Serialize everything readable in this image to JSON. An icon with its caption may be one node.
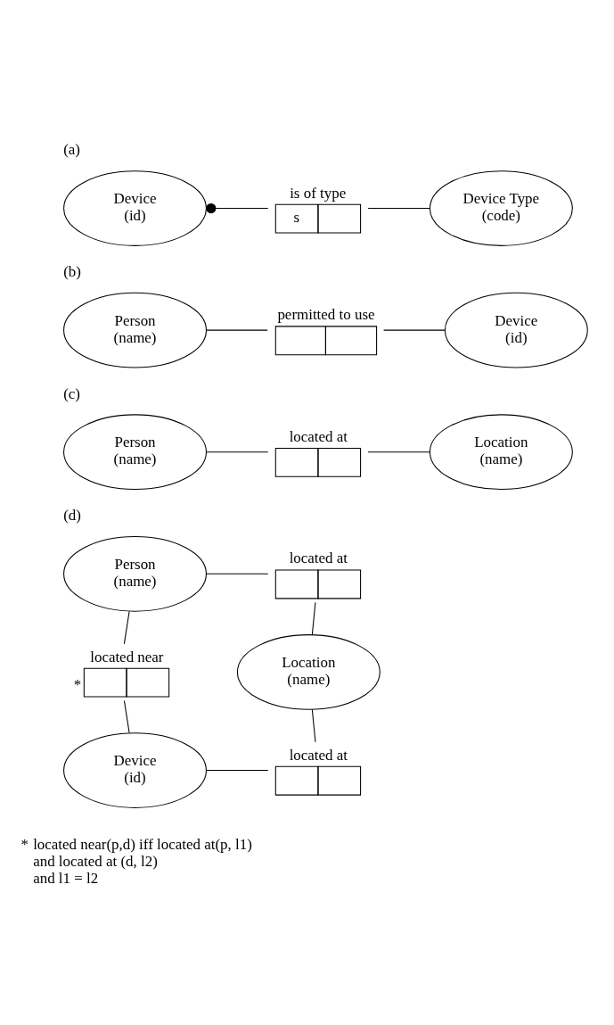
{
  "diagram": {
    "nodes": [
      {
        "text": [
          "Device",
          "(id)"
        ]
      },
      {
        "text": [
          "is of type",
          "s"
        ]
      },
      {
        "text": [
          "Device Type",
          "(code)"
        ]
      },
      {
        "text": [
          "Person",
          "(name)"
        ]
      },
      {
        "text": [
          "permitted to use"
        ]
      },
      {
        "text": [
          "Device",
          "(id)"
        ]
      },
      {
        "text": [
          "Person",
          "(name)"
        ]
      },
      {
        "text": [
          "located at"
        ]
      },
      {
        "text": [
          "Location",
          "(name)"
        ]
      },
      {
        "text": [
          "Person",
          "(name)"
        ]
      },
      {
        "text": [
          "located at"
        ]
      },
      {
        "text": [
          "located near"
        ],
        "beside": [
          "*"
        ]
      },
      {
        "text": [
          "Location",
          "(name)"
        ]
      },
      {
        "text": [
          "Device",
          "(id)"
        ]
      },
      {
        "text": [
          "located at"
        ]
      }
    ],
    "edges": [
      {
        "from": 0,
        "to": 1,
        "arrow": "other"
      },
      {
        "from": 1,
        "to": 2,
        "arrow": "none"
      },
      {
        "from": 3,
        "to": 4,
        "arrow": "none"
      },
      {
        "from": 4,
        "to": 5,
        "arrow": "none"
      },
      {
        "from": 6,
        "to": 7,
        "arrow": "none"
      },
      {
        "from": 7,
        "to": 8,
        "arrow": "none"
      },
      {
        "from": 9,
        "to": 10,
        "arrow": "none"
      },
      {
        "from": 10,
        "to": 12,
        "arrow": "none"
      },
      {
        "from": 9,
        "to": 11,
        "arrow": "none"
      },
      {
        "from": 11,
        "to": 13,
        "arrow": "none"
      },
      {
        "from": 13,
        "to": 14,
        "arrow": "none"
      },
      {
        "from": 14,
        "to": 12,
        "arrow": "none"
      }
    ],
    "labels": [
      "(a)",
      "(b)",
      "(c)",
      "(d)",
      "*",
      "located near(p,d) iff located at(p, l1)",
      "and located at (d, l2)",
      "and l1 = l2"
    ]
  }
}
